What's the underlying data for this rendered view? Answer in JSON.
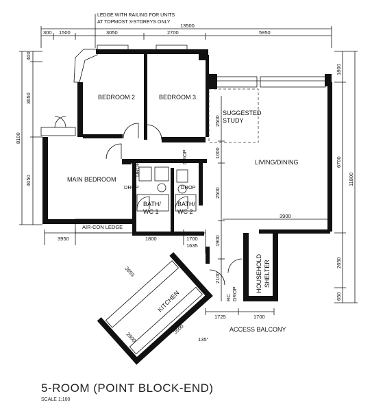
{
  "title": "5-ROOM (POINT BLOCK-END)",
  "scale_label": "SCALE  1:100",
  "note": {
    "line1": "LEDGE WITH RAILING FOR UNITS",
    "line2": "AT TOPMOST 3-STOREYS ONLY"
  },
  "rooms": {
    "bedroom2": "BEDROOM 2",
    "bedroom3": "BEDROOM 3",
    "main_bedroom": "MAIN BEDROOM",
    "suggested_study_line1": "SUGGESTED",
    "suggested_study_line2": "STUDY",
    "living_dining": "LIVING/DINING",
    "bath_wc1_line1": "BATH/",
    "bath_wc1_line2": "WC 1",
    "bath_wc2_line1": "BATH/",
    "bath_wc2_line2": "WC 2",
    "aircon_ledge": "AIR-CON LEDGE",
    "household_shelter_line1": "HOUSEHOLD",
    "household_shelter_line2": "SHELTER",
    "kitchen": "KITCHEN",
    "access_balcony": "ACCESS BALCONY"
  },
  "drops": {
    "d1": "DROP",
    "d2": "DROP",
    "d3": "DROP",
    "d4": "DROP",
    "d5": "DROP"
  },
  "labels": {
    "rc": "RC",
    "angle": "135°"
  },
  "dimensions": {
    "top_total": "13500",
    "top_300": "300",
    "top_1500": "1500",
    "top_3050": "3050",
    "top_2700": "2700",
    "top_5950": "5950",
    "left_400": "400",
    "left_3650": "3650",
    "left_8100": "8100",
    "left_4050": "4050",
    "right_1800": "1800",
    "right_6700": "6700",
    "right_11800": "11800",
    "right_2650": "2650",
    "right_650": "650",
    "mid_2500a": "2500",
    "mid_1000": "1000",
    "mid_2500b": "2500",
    "mid_1900": "1900",
    "mid_2100": "2100",
    "b_3950": "3950",
    "b_1800": "1800",
    "b_1700a": "1700",
    "b_1635": "1635",
    "b_3900": "3900",
    "b_1725": "1725",
    "b_1700b": "1700",
    "k_3653": "3653",
    "k_2800": "2800",
    "k_3500": "3500"
  }
}
